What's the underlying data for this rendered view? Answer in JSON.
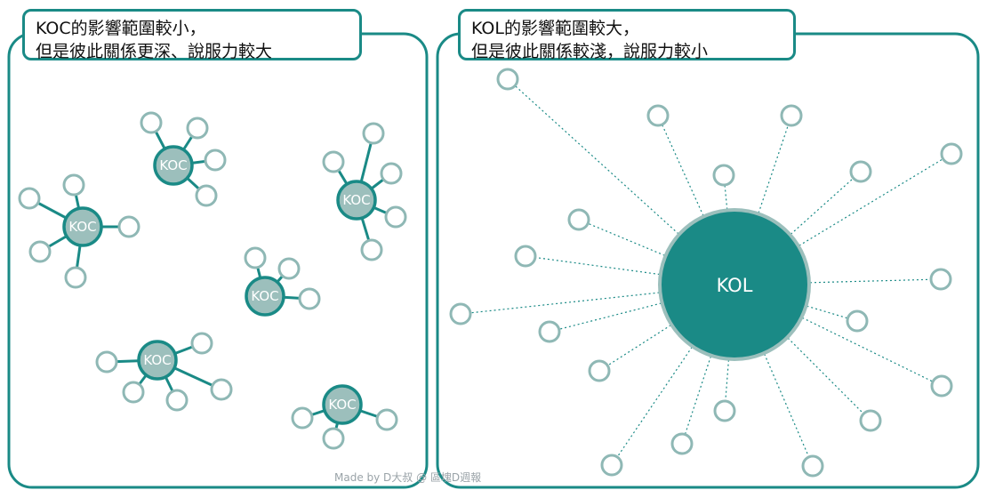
{
  "left_panel": {
    "title_line1": "KOC的影響範圍較小，",
    "title_line2": "但是彼此關係更深、說服力較大",
    "node_label": "KOC"
  },
  "right_panel": {
    "title_line1": "KOL的影響範圍較大，",
    "title_line2": "但是彼此關係較淺，說服力較小",
    "node_label": "KOL"
  },
  "credit": "Made by D大叔  @   區塊D週報",
  "colors": {
    "teal": "#1a8a86",
    "hub_fill": "#9cbfbc",
    "leaf_stroke": "#8fb8b5",
    "panel_border": "#1a8a86"
  }
}
